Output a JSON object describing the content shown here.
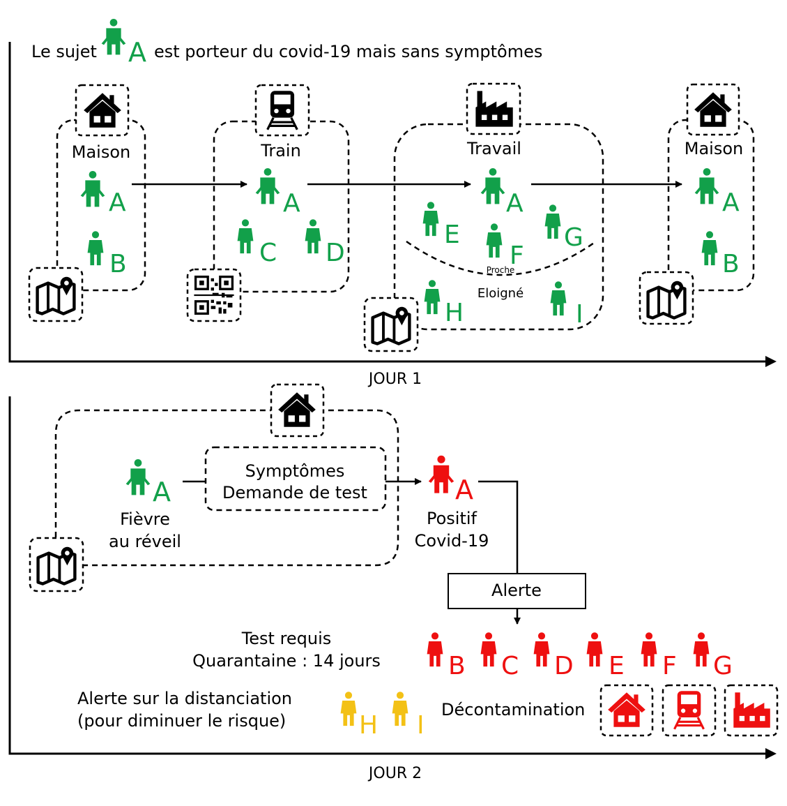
{
  "intro": {
    "before": "Le sujet",
    "subject": "A",
    "after": "est porteur du covid-19 mais sans symptômes"
  },
  "day1": {
    "axis_label": "JOUR 1",
    "maison1": {
      "label": "Maison",
      "people": [
        "A",
        "B"
      ]
    },
    "train": {
      "label": "Train",
      "people": [
        "A",
        "C",
        "D"
      ]
    },
    "travail": {
      "label": "Travail",
      "people": [
        "A",
        "E",
        "F",
        "G",
        "H",
        "I"
      ],
      "near_label": "Proche",
      "far_label": "Eloigné"
    },
    "maison2": {
      "label": "Maison",
      "people": [
        "A",
        "B"
      ]
    }
  },
  "day2": {
    "axis_label": "JOUR 2",
    "subject": "A",
    "fever_line1": "Fièvre",
    "fever_line2": "au réveil",
    "symptoms_line1": "Symptômes",
    "symptoms_line2": "Demande de test",
    "positive_subject": "A",
    "positive_line1": "Positif",
    "positive_line2": "Covid-19",
    "alert_label": "Alerte",
    "test_line1": "Test requis",
    "test_line2": "Quarantaine : 14 jours",
    "quarantine_people": [
      "B",
      "C",
      "D",
      "E",
      "F",
      "G"
    ],
    "distance_line1": "Alerte sur la distanciation",
    "distance_line2": "(pour diminuer le risque)",
    "distance_people": [
      "H",
      "I"
    ],
    "decontam_label": "Décontamination"
  },
  "colors": {
    "infected": "#12a04a",
    "positive": "#ee1010",
    "warning": "#f3c116",
    "ink": "#000000"
  }
}
